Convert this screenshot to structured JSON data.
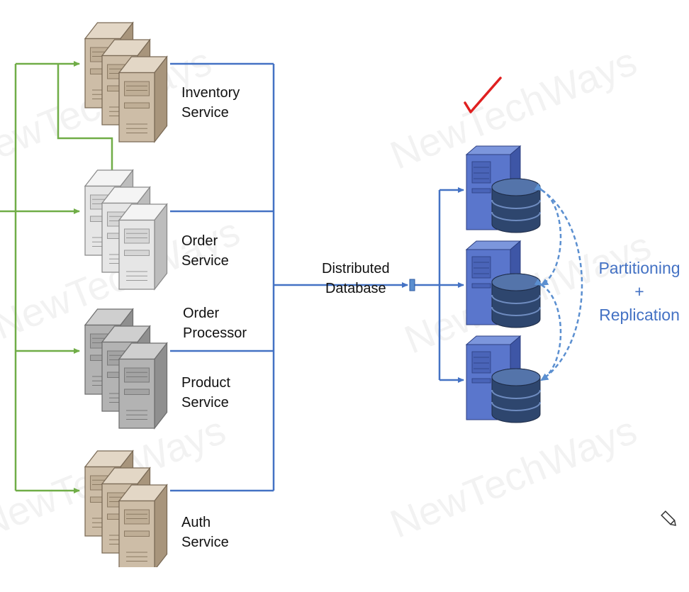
{
  "services": [
    {
      "line1": "Inventory",
      "line2": "Service"
    },
    {
      "line1": "Order",
      "line2": "Service"
    },
    {
      "line1": "Order",
      "line2": "Processor"
    },
    {
      "line1": "Product",
      "line2": "Service"
    },
    {
      "line1": "Auth",
      "line2": "Service"
    }
  ],
  "database": {
    "line1": "Distributed",
    "line2": "Database"
  },
  "strategy": {
    "line1": "Partitioning",
    "line2": "+",
    "line3": "Replication"
  },
  "watermark": "NewTechWays",
  "colors": {
    "green_line": "#70ad47",
    "blue_line": "#4472c4",
    "checkmark": "#e02020"
  },
  "icons": [
    "server-rack-icon",
    "database-server-icon",
    "checkmark-icon",
    "pencil-icon"
  ]
}
